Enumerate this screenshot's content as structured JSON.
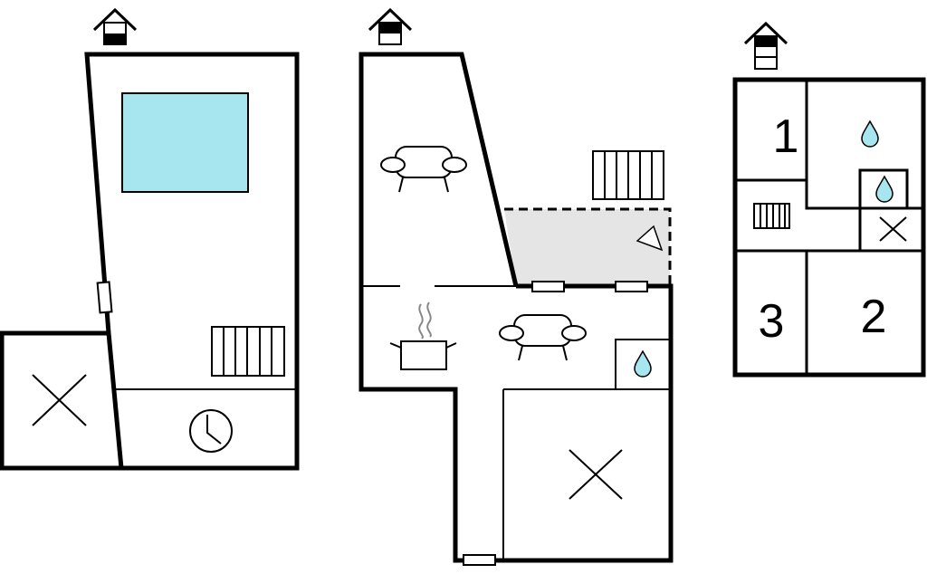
{
  "floors": [
    {
      "id": "ground-floor",
      "floor_indicator_icon": "house-floor-0-icon",
      "rooms": [
        {
          "id": "living-pool",
          "icons": [
            "pool-icon",
            "radiator-icon",
            "sauna-clock-icon"
          ]
        },
        {
          "id": "side-room",
          "icons": [
            "unspecified-room-cross-icon"
          ]
        }
      ]
    },
    {
      "id": "first-floor",
      "floor_indicator_icon": "house-floor-1-icon",
      "rooms": [
        {
          "id": "living-room",
          "icons": [
            "sofa-icon"
          ]
        },
        {
          "id": "terrace",
          "icons": [
            "radiator-icon",
            "terrace-marker-icon"
          ]
        },
        {
          "id": "kitchen-living",
          "icons": [
            "cooking-pot-icon",
            "sofa-icon"
          ]
        },
        {
          "id": "bathroom",
          "icons": [
            "water-drop-icon"
          ]
        },
        {
          "id": "storage",
          "icons": [
            "unspecified-room-cross-icon"
          ]
        }
      ]
    },
    {
      "id": "second-floor",
      "floor_indicator_icon": "house-floor-2-icon",
      "rooms": [
        {
          "id": "bedroom-1",
          "label": "1"
        },
        {
          "id": "bathroom-top",
          "icons": [
            "water-drop-icon"
          ]
        },
        {
          "id": "shower",
          "icons": [
            "water-drop-icon"
          ]
        },
        {
          "id": "hall",
          "icons": [
            "radiator-icon"
          ]
        },
        {
          "id": "cross-cell",
          "icons": [
            "unspecified-room-cross-icon"
          ]
        },
        {
          "id": "bedroom-3",
          "label": "3"
        },
        {
          "id": "bedroom-2",
          "label": "2"
        }
      ]
    }
  ],
  "colors": {
    "wall": "#000000",
    "pool": "#a8e6ef",
    "terrace": "#e5e5e5",
    "water_drop": "#a8e6ef",
    "steam": "#888888",
    "background": "#ffffff"
  }
}
